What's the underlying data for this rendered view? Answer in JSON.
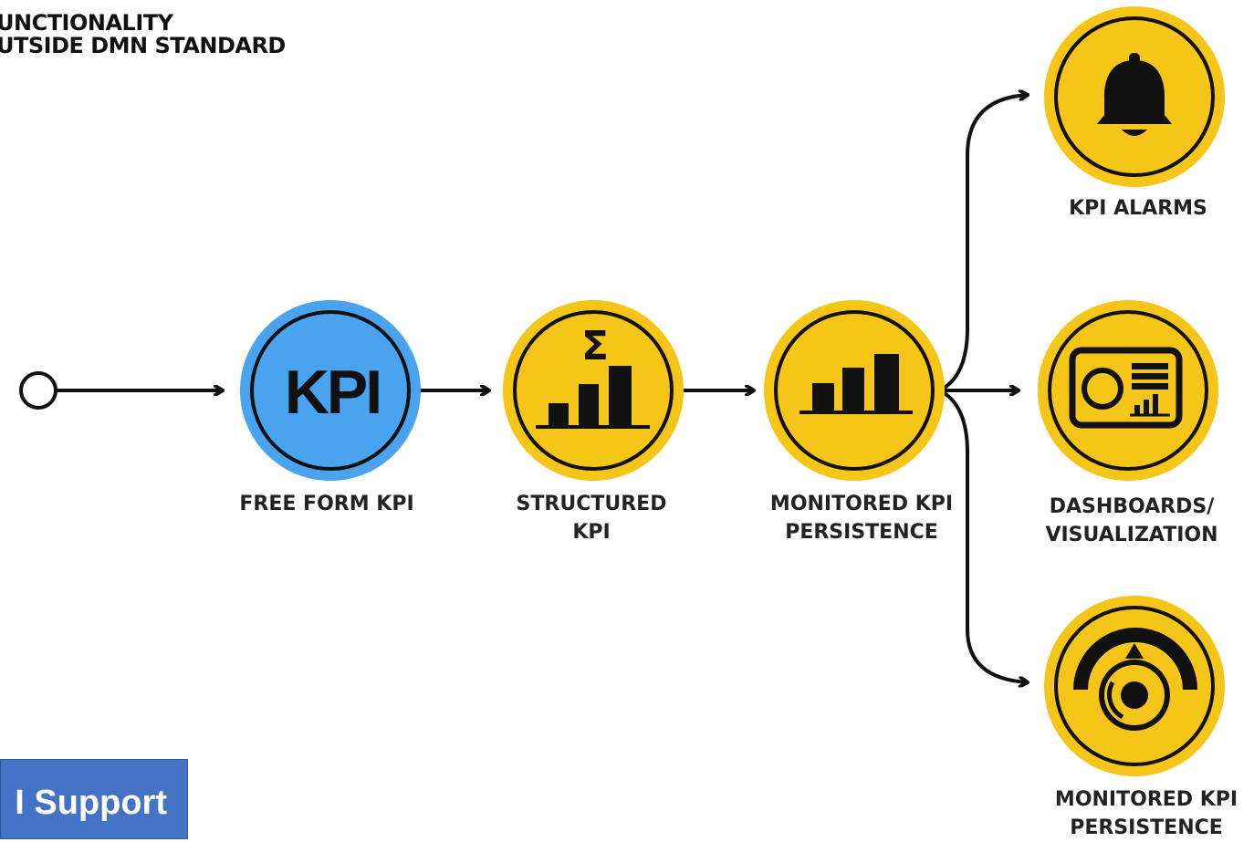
{
  "header": {
    "line1": "UNCTIONALITY",
    "line2": "UTSIDE DMN STANDARD"
  },
  "nodes": {
    "kpi_icon_text": "KPI",
    "free_form": [
      "FREE FORM KPI"
    ],
    "structured": [
      "STRUCTURED",
      "KPI"
    ],
    "monitored": [
      "MONITORED KPI",
      "PERSISTENCE"
    ],
    "alarms": [
      "KPI ALARMS"
    ],
    "dashboards": [
      "DASHBOARDS/",
      "VISUALIZATION"
    ],
    "monitored_out": [
      "MONITORED KPI",
      "PERSISTENCE"
    ]
  },
  "badge": {
    "text": "I Support"
  },
  "colors": {
    "yellow": "#f5c518",
    "blue": "#4aa3ee",
    "stroke": "#111111",
    "badge": "#4472c4"
  },
  "icons": {
    "free_form": "kpi-text-icon",
    "structured": "sigma-bar-chart-icon",
    "monitored": "bar-chart-icon",
    "alarms": "bell-icon",
    "dashboards": "dashboard-icon",
    "monitored_out": "gauge-target-icon"
  }
}
